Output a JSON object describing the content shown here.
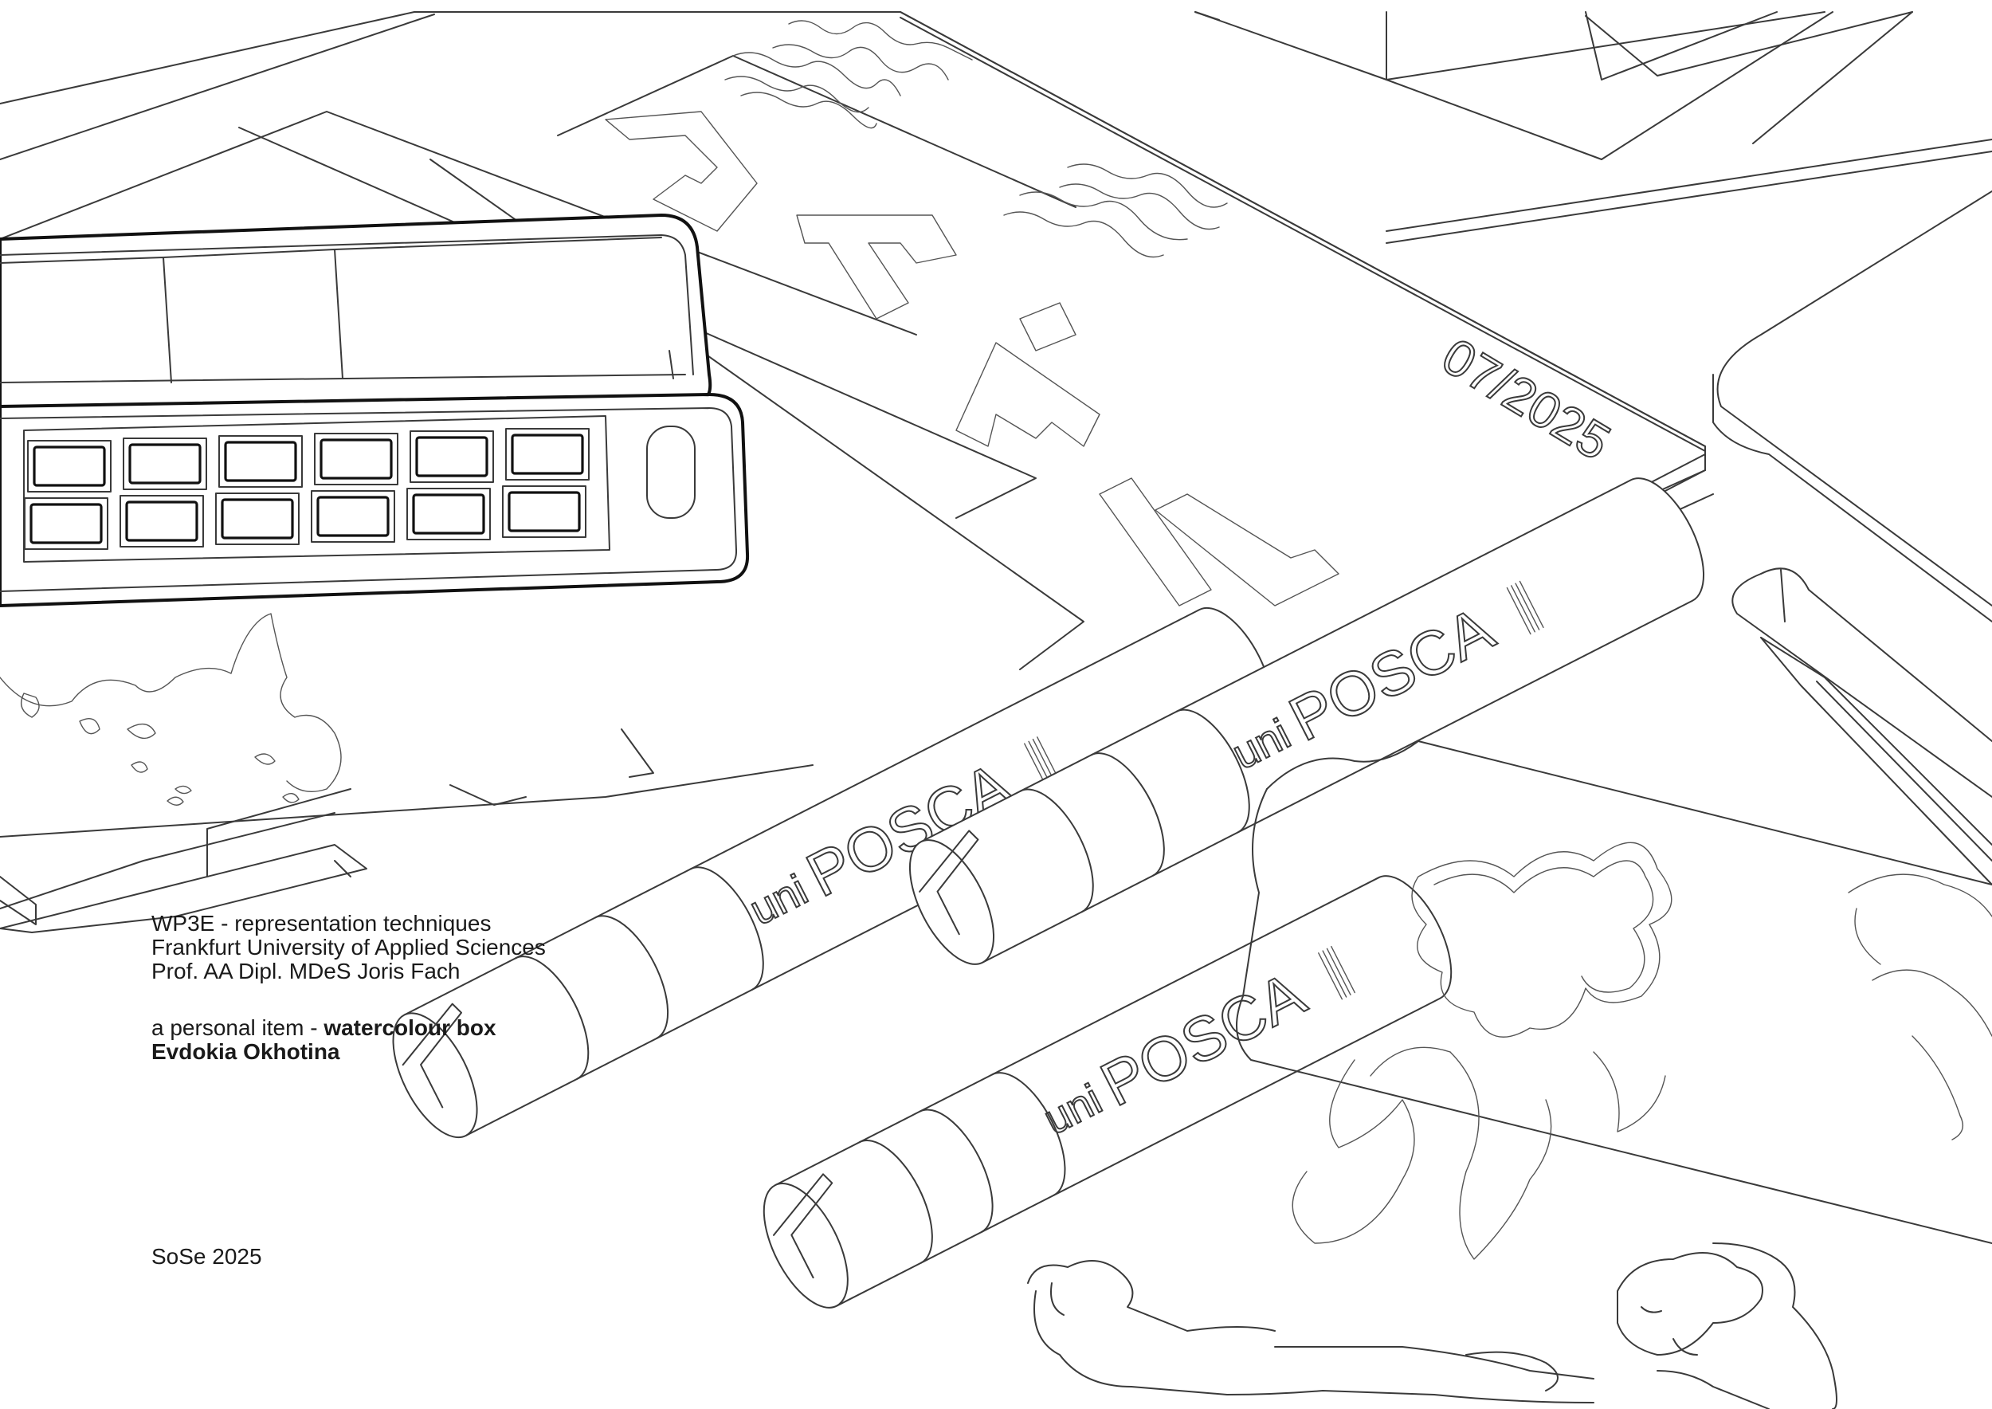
{
  "course": {
    "module": "WP3E - representation techniques",
    "university": "Frankfurt University of Applied Sciences",
    "professor": "Prof. AA Dipl. MDeS Joris Fach"
  },
  "item": {
    "prefix": "a personal item - ",
    "name": "watercolour box",
    "author": "Evdokia Okhotina"
  },
  "term": "SoSe 2025",
  "drawing": {
    "magazine_date": "07/2025",
    "magazine_title_fragment": "ETAIL",
    "marker_brand_small": "uni",
    "marker_brand_large": "POSCA",
    "palette_pan_count": 12
  }
}
